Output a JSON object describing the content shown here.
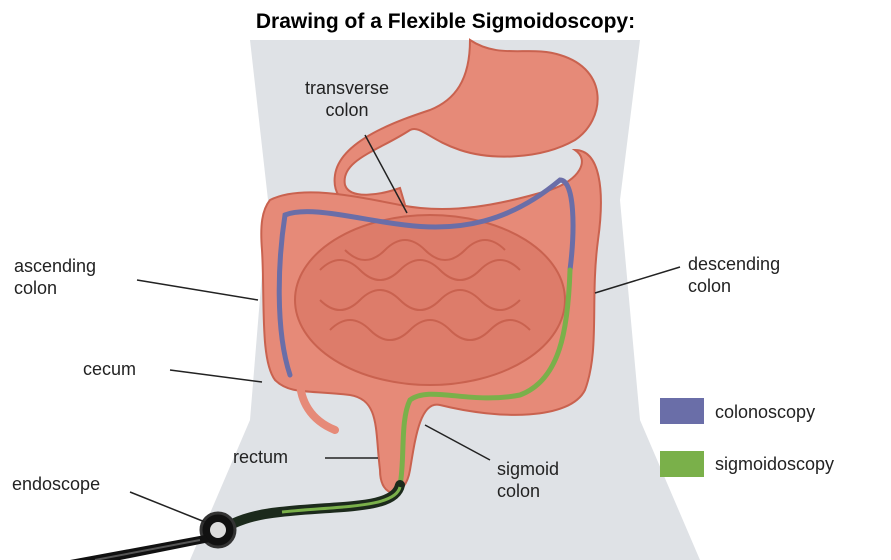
{
  "title": "Drawing of a Flexible Sigmoidoscopy:",
  "labels": {
    "transverse_1": "transverse",
    "transverse_2": "colon",
    "ascending_1": "ascending",
    "ascending_2": "colon",
    "descending_1": "descending",
    "descending_2": "colon",
    "cecum": "cecum",
    "rectum": "rectum",
    "sigmoid_1": "sigmoid",
    "sigmoid_2": "colon",
    "endoscope": "endoscope"
  },
  "legend": [
    {
      "label": "colonoscopy",
      "color": "#6a6ea8"
    },
    {
      "label": "sigmoidoscopy",
      "color": "#7ab04a"
    }
  ],
  "colors": {
    "body": "#dfe2e6",
    "organ": "#e68a78",
    "organ_dark": "#c9624f",
    "colonoscopy": "#6a6ea8",
    "sigmoidoscopy": "#7ab04a"
  }
}
